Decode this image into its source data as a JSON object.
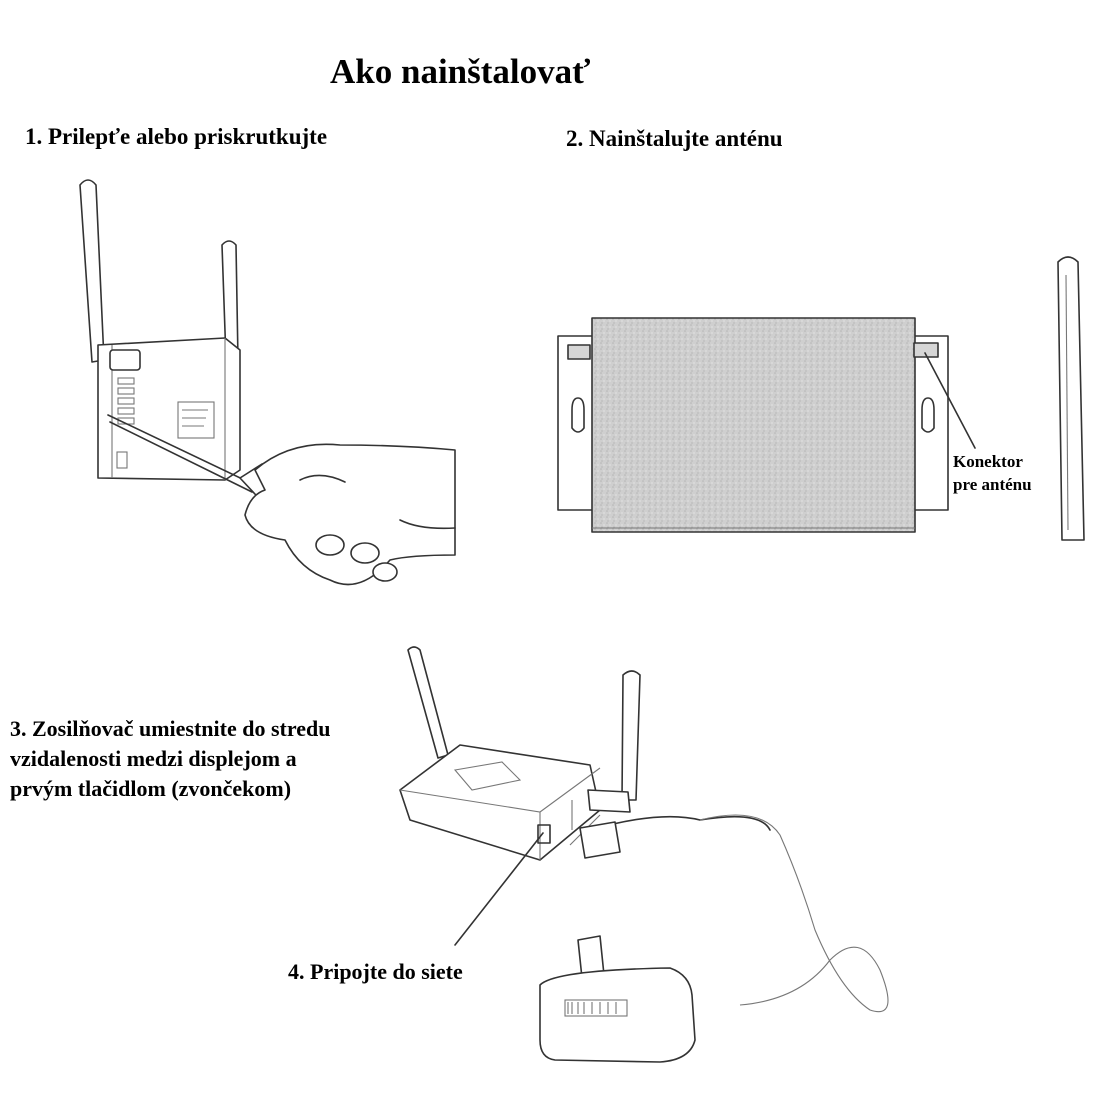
{
  "title": "Ako nainštalovať",
  "steps": {
    "step1": "1. Prilepťe alebo priskrutkujte",
    "step2": "2. Nainštalujte anténu",
    "step3": "3. Zosilňovač umiestnite do stredu vzidalenosti medzi displejom a prvým tlačidlom (zvončekom)",
    "step4": "4. Pripojte do siete"
  },
  "callouts": {
    "connector_line1": "Konektor",
    "connector_line2": "pre anténu"
  }
}
